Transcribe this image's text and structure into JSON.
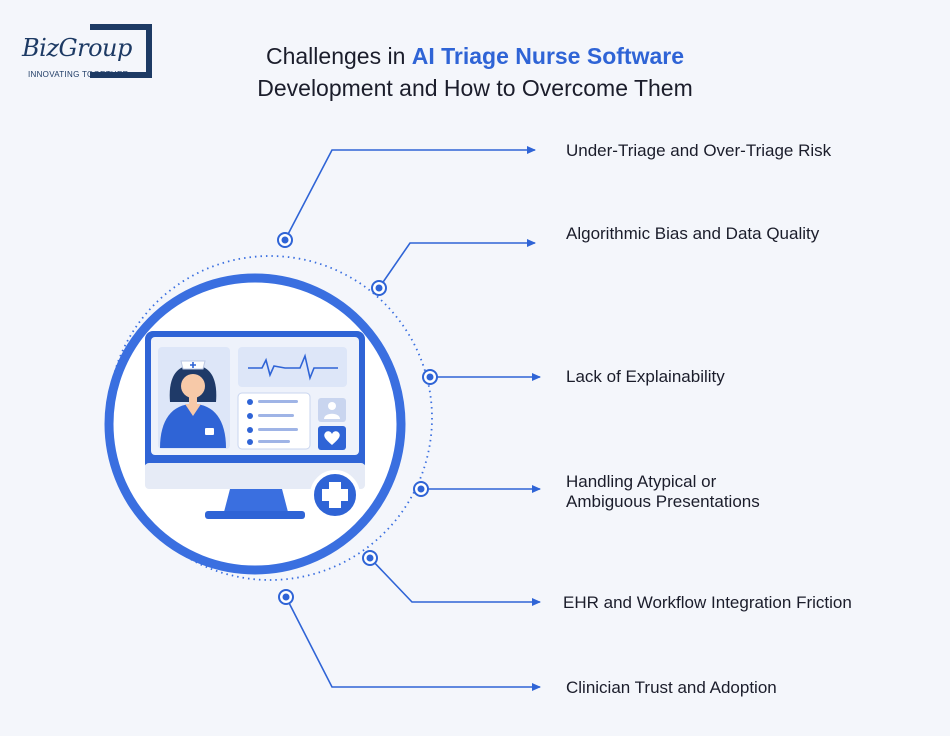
{
  "brand": {
    "name": "BizGroup",
    "tagline": "INNOVATING TOGETHER",
    "color": "#1d3a64"
  },
  "title": {
    "part1": "Challenges in ",
    "highlight": "AI Triage Nurse Software",
    "line2": "Development and How to Overcome Them"
  },
  "accent_color": "#2f64d6",
  "challenges": [
    {
      "line1": "Under-Triage and Over-Triage Risk",
      "line2": ""
    },
    {
      "line1": "Algorithmic Bias and Data Quality",
      "line2": ""
    },
    {
      "line1": "Lack of Explainability",
      "line2": ""
    },
    {
      "line1": "Handling Atypical or",
      "line2": "Ambiguous Presentations"
    },
    {
      "line1": "EHR and Workflow Integration Friction",
      "line2": ""
    },
    {
      "line1": "Clinician Trust and Adoption",
      "line2": ""
    }
  ]
}
